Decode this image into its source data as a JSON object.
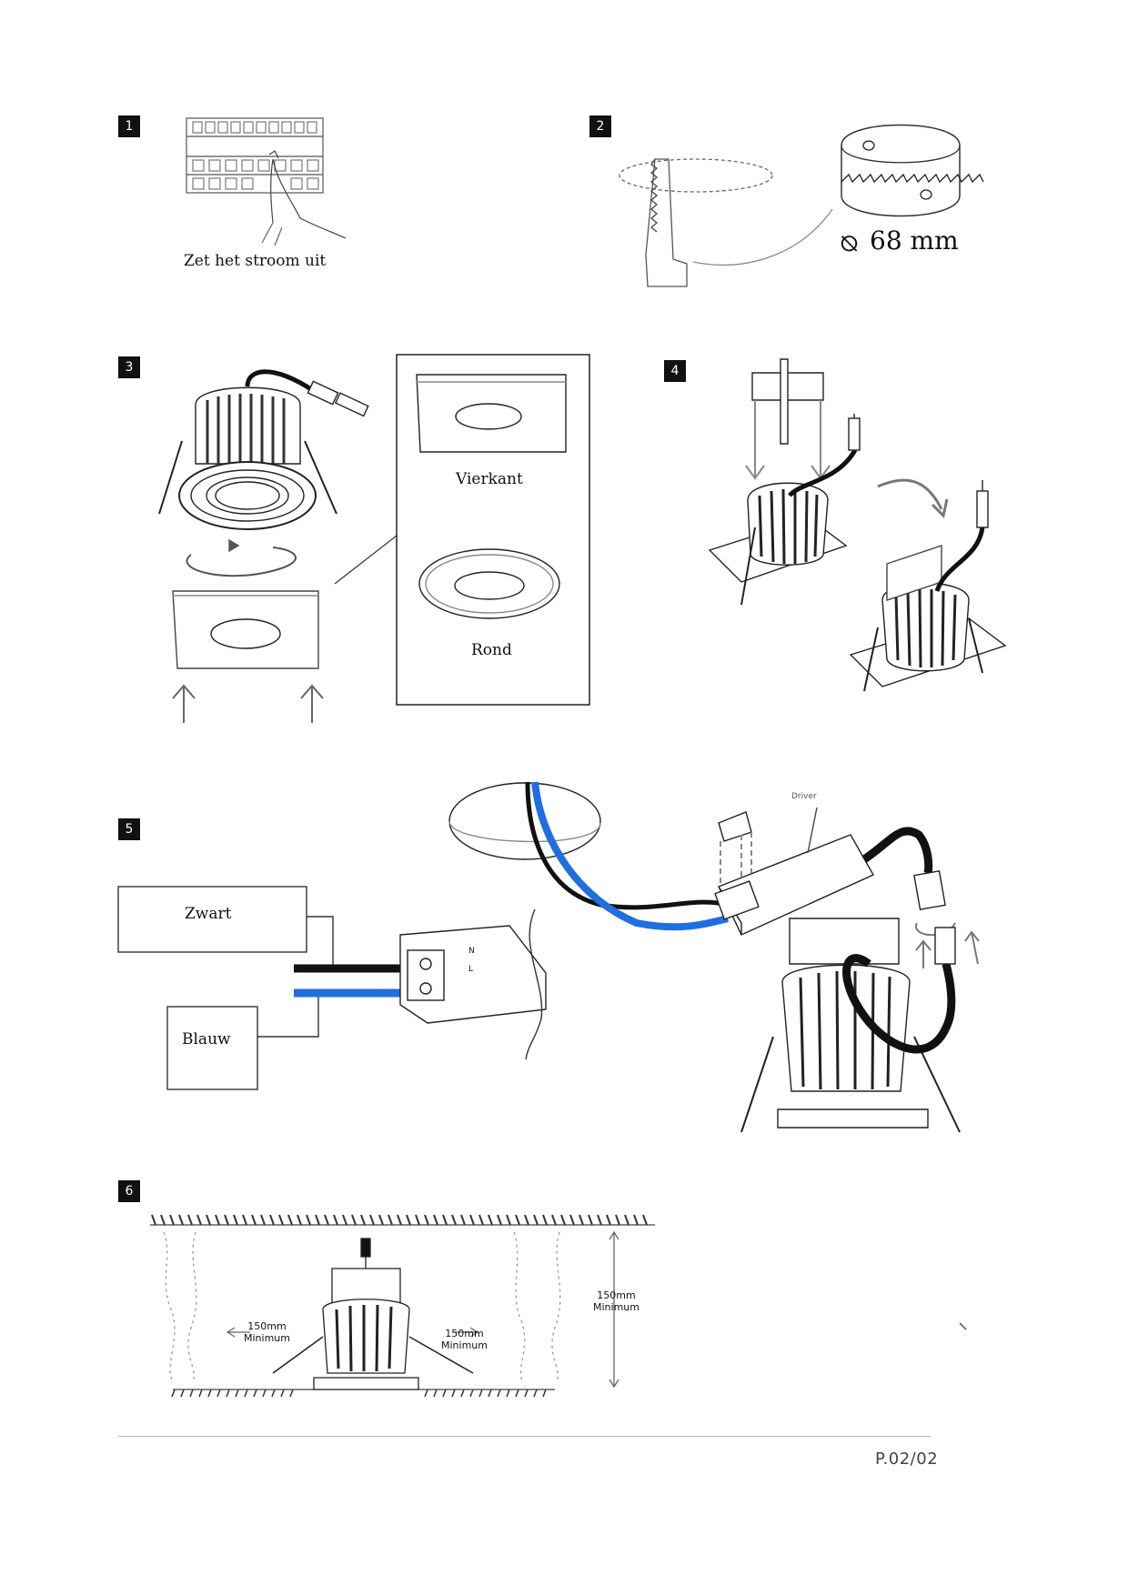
{
  "steps": {
    "s1": {
      "number": "1",
      "caption": "Zet het stroom uit"
    },
    "s2": {
      "number": "2",
      "hole_size": "68 mm",
      "diameter_symbol": "⦰"
    },
    "s3": {
      "number": "3",
      "option_square": "Vierkant",
      "option_round": "Rond"
    },
    "s4": {
      "number": "4"
    },
    "s5": {
      "number": "5",
      "wire_black": "Zwart",
      "wire_blue": "Blauw",
      "driver_label": "Driver",
      "terminal_n": "N",
      "terminal_l": "L"
    },
    "s6": {
      "number": "6",
      "clearance_left": "150mm\nMinimum",
      "clearance_right": "150mm\nMinimum",
      "clearance_top": "150mm\nMinimum"
    }
  },
  "footer": {
    "page": "P.02/02"
  },
  "colors": {
    "blue_wire": "#1f6fe0",
    "black_wire": "#111111",
    "line": "#333333"
  }
}
